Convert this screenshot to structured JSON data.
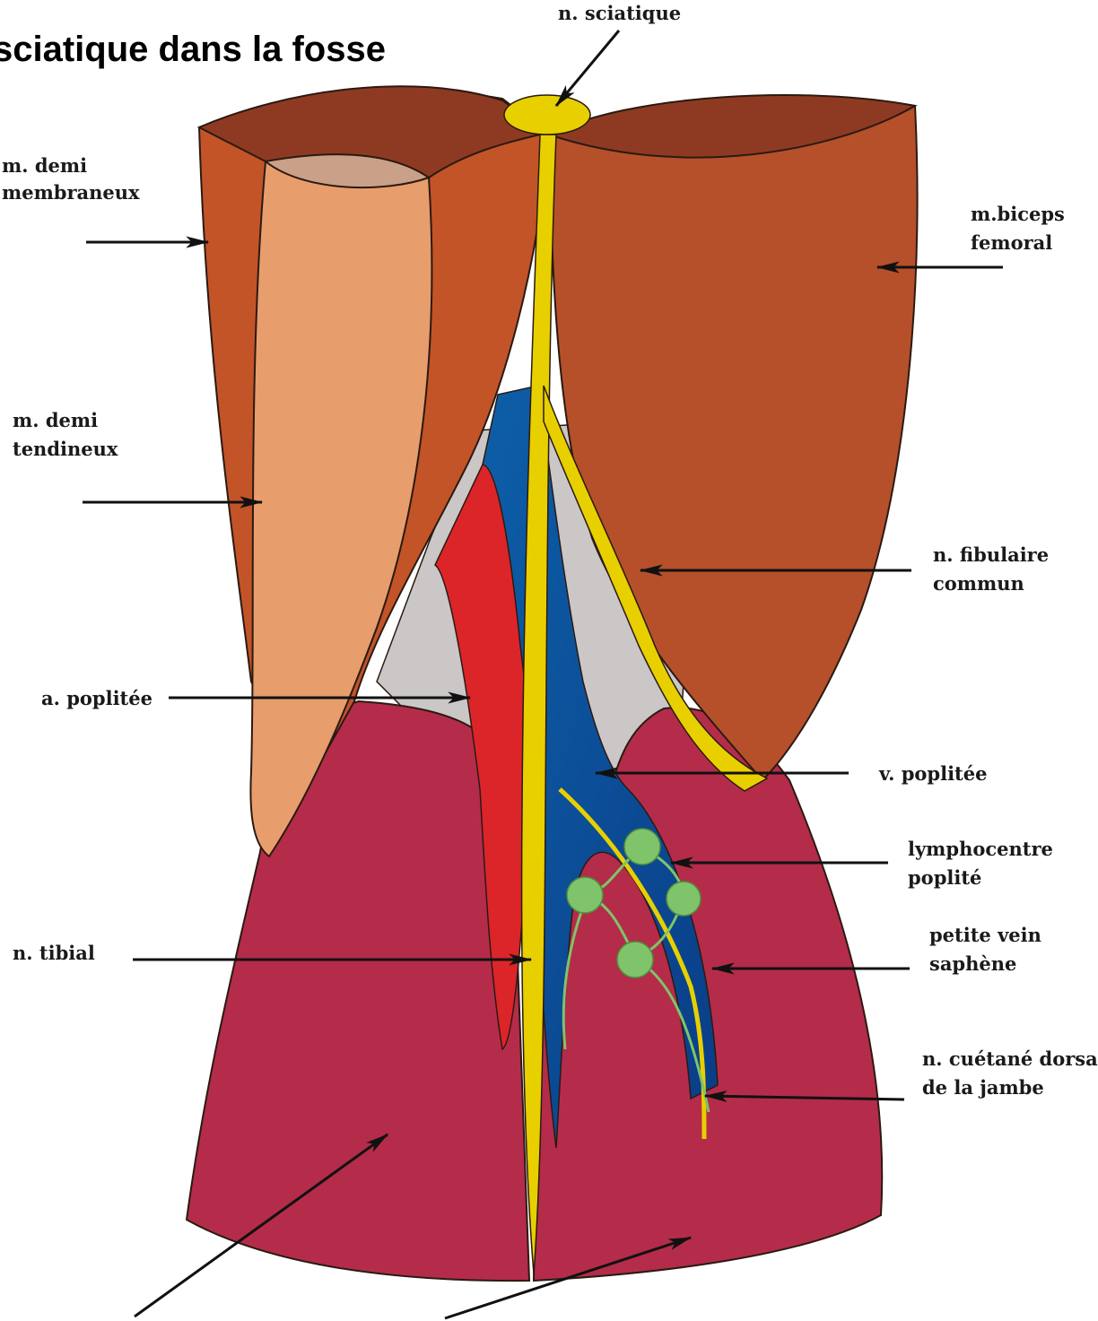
{
  "title": "sciatique dans la fosse",
  "labels": {
    "sciatic_nerve": "n. sciatique",
    "semimembranosus_1": "m. demi",
    "semimembranosus_2": "membraneux",
    "biceps_1": "m.biceps",
    "biceps_2": "femoral",
    "semitendinosus_1": "m. demi",
    "semitendinosus_2": "tendineux",
    "fibular_1": "n. fibulaire",
    "fibular_2": "commun",
    "popliteal_artery": "a. poplitée",
    "popliteal_vein": "v. poplitée",
    "lymph_1": "lymphocentre",
    "lymph_2": "poplité",
    "tibial_nerve": "n. tibial",
    "saphenous_1": "petite vein",
    "saphenous_2": "saphène",
    "cutaneous_1": "n. cuétané dorsal",
    "cutaneous_2": "de la jambe"
  },
  "colors": {
    "muscle_thigh": "#b5502a",
    "muscle_thigh_dark": "#8e3a22",
    "muscle_medial": "#c25428",
    "tendon": "#e89d6c",
    "tendon_cap": "#caa088",
    "gastrocnemius": "#b42c4a",
    "nerve": "#e8cf00",
    "artery": "#dc2529",
    "vein": "#0d5fa8",
    "fossa": "#cbc7c7",
    "lymph": "#7fc36a"
  }
}
